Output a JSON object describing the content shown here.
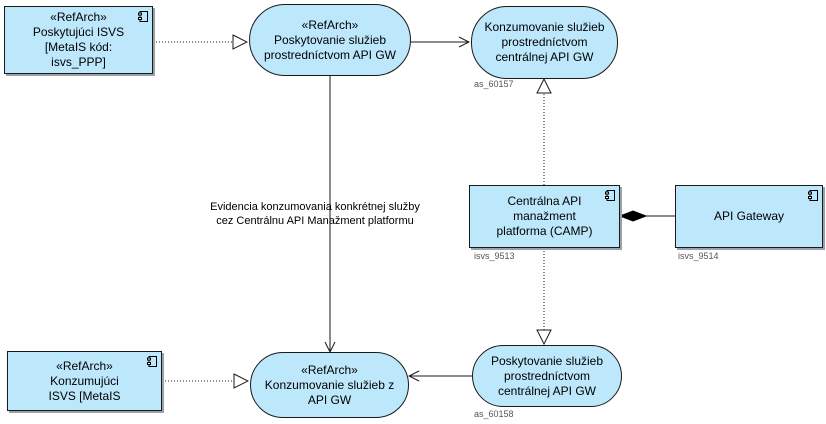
{
  "nodes": {
    "provider_isvs": {
      "lines": [
        "«RefArch»",
        "Poskytujúci ISVS",
        "[MetaIS kód:",
        "isvs_PPP]"
      ],
      "icon": "component-icon"
    },
    "provide_service": {
      "lines": [
        "«RefArch»",
        "Poskytovanie služieb",
        "prostredníctvom API GW"
      ]
    },
    "consume_central": {
      "lines": [
        "Konzumovanie služieb",
        "prostredníctvom",
        "centrálnej API GW"
      ],
      "id": "as_60157"
    },
    "camp": {
      "lines": [
        "Centrálna API",
        "manažment",
        "platforma (CAMP)"
      ],
      "id": "isvs_9513",
      "icon": "component-icon"
    },
    "api_gateway": {
      "lines": [
        "API Gateway"
      ],
      "id": "isvs_9514",
      "icon": "component-icon"
    },
    "consumer_isvs": {
      "lines": [
        "«RefArch»",
        "Konzumujúci",
        "ISVS [MetaIS"
      ],
      "icon": "component-icon"
    },
    "consume_service": {
      "lines": [
        "«RefArch»",
        "Konzumovanie služieb z",
        "API GW"
      ]
    },
    "provide_central": {
      "lines": [
        "Poskytovanie služieb",
        "prostredníctvom",
        "centrálnej API GW"
      ],
      "id": "as_60158"
    }
  },
  "edge_label": {
    "lines": [
      "Evidencia konzumovania konkrétnej služby",
      "cez Centrálnu API Manažment platformu"
    ]
  },
  "colors": {
    "node_fill": "#bde7fb",
    "border": "#1a1a1a"
  }
}
